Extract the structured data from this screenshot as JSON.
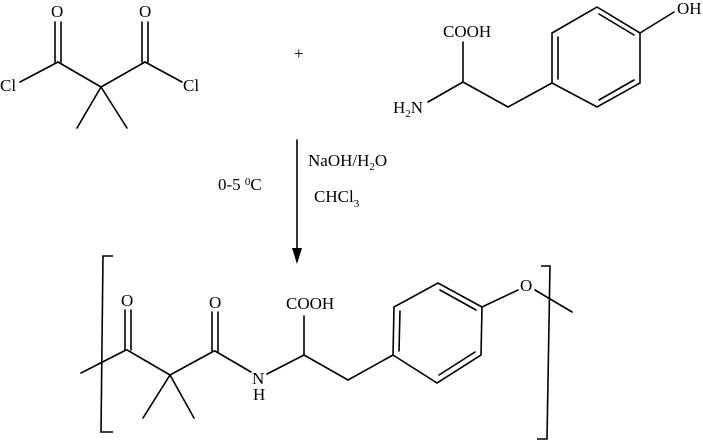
{
  "figure": {
    "type": "reaction-scheme",
    "description": "Polycondensation of dimethylmalonyl dichloride with tyrosine"
  },
  "reactant_1": {
    "name": "dimethylmalonyl dichloride",
    "labels": {
      "o_left": "O",
      "o_right": "O",
      "cl_left": "Cl",
      "cl_right": "Cl"
    }
  },
  "plus_sign": "+",
  "reactant_2": {
    "name": "tyrosine",
    "labels": {
      "cooh": "COOH",
      "amine_h": "H",
      "amine_sub": "2",
      "amine_n": "N",
      "hydroxyl": "OH"
    }
  },
  "arrow": {
    "direction": "down",
    "conditions_right": {
      "reagent_line_main": "NaOH/H",
      "reagent_line_sub": "2",
      "reagent_line_end": "O",
      "solvent_main": "CHCl",
      "solvent_sub": "3"
    },
    "conditions_left": {
      "temperature_range": "0-5 ",
      "degree_sup": "0",
      "unit": "C"
    }
  },
  "product": {
    "name": "poly(amide-ester) repeat unit",
    "labels": {
      "o_carbonyl_1": "O",
      "o_carbonyl_2": "O",
      "amide_n": "N",
      "amide_h": "H",
      "cooh": "COOH",
      "ether_o": "O"
    },
    "brackets": [
      "[",
      "]"
    ]
  }
}
